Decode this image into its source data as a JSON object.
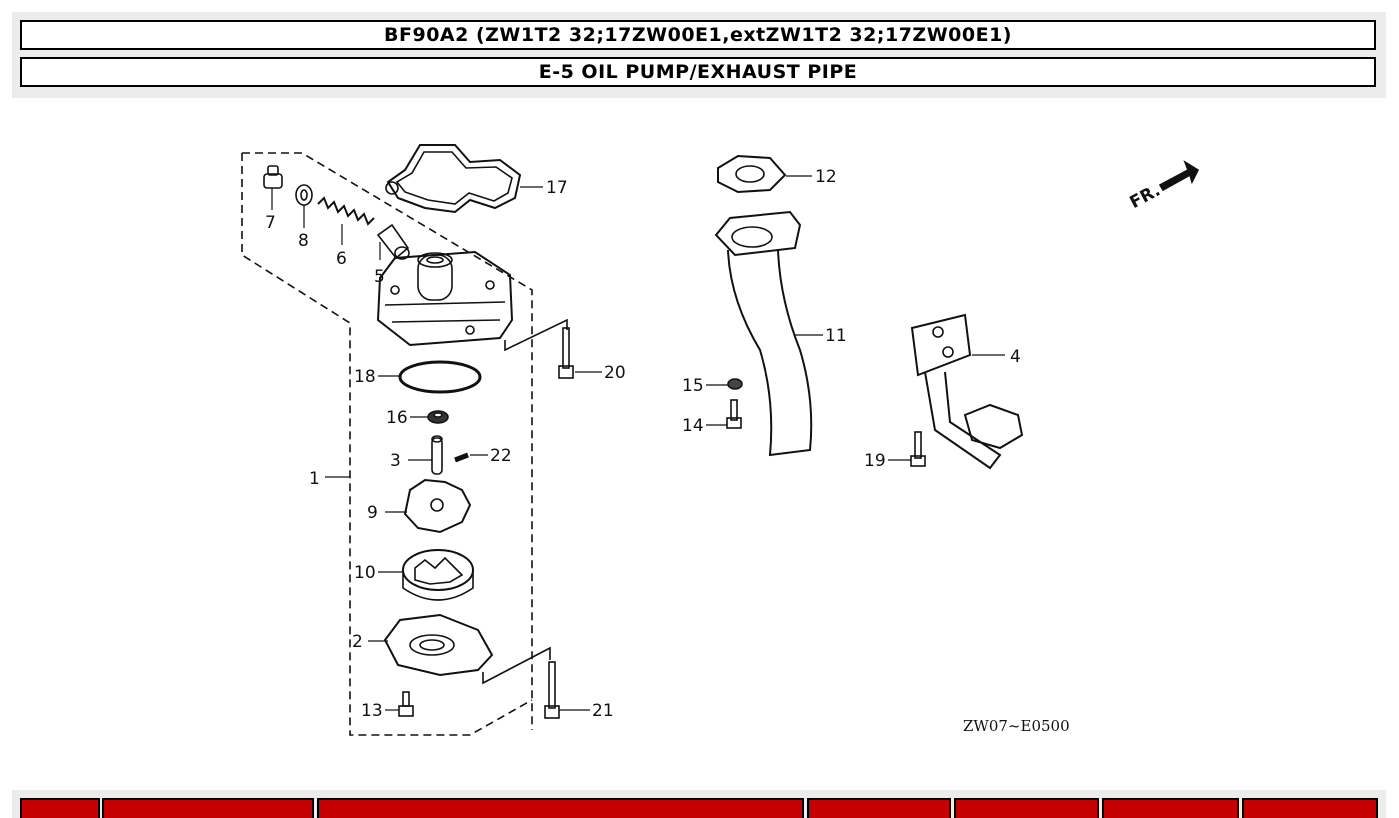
{
  "header": {
    "model_title": "BF90A2 (ZW1T2 32;17ZW00E1,extZW1T2 32;17ZW00E1)",
    "section_title": "E-5 OIL PUMP/EXHAUST PIPE"
  },
  "diagram": {
    "code": "ZW07~E0500",
    "direction_label": "FR.",
    "callouts": {
      "c1": "1",
      "c2": "2",
      "c3": "3",
      "c4": "4",
      "c5": "5",
      "c6": "6",
      "c7": "7",
      "c8": "8",
      "c9": "9",
      "c10": "10",
      "c11": "11",
      "c12": "12",
      "c13": "13",
      "c14": "14",
      "c15": "15",
      "c16": "16",
      "c17": "17",
      "c18": "18",
      "c19": "19",
      "c20": "20",
      "c21": "21",
      "c22": "22"
    }
  },
  "colors": {
    "table_header": "#c40000",
    "header_bg": "#ececec",
    "border": "#000000"
  }
}
